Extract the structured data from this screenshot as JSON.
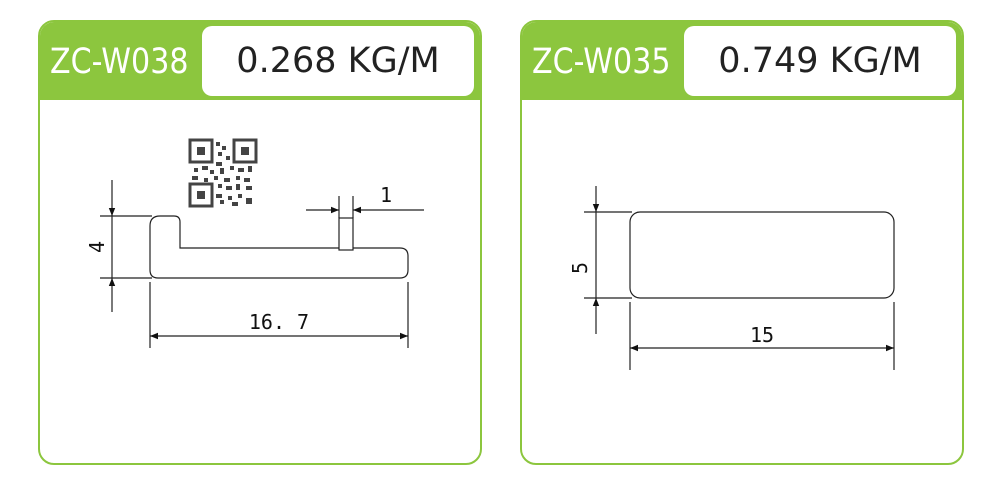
{
  "cards": [
    {
      "code": "ZC-W038",
      "weight": "0.268 KG/M",
      "dims": {
        "height": "4",
        "width": "16. 7",
        "slot": "1"
      }
    },
    {
      "code": "ZC-W035",
      "weight": "0.749 KG/M",
      "dims": {
        "height": "5",
        "width": "15"
      }
    }
  ],
  "colors": {
    "accent": "#8cc63e",
    "line": "#222222"
  }
}
